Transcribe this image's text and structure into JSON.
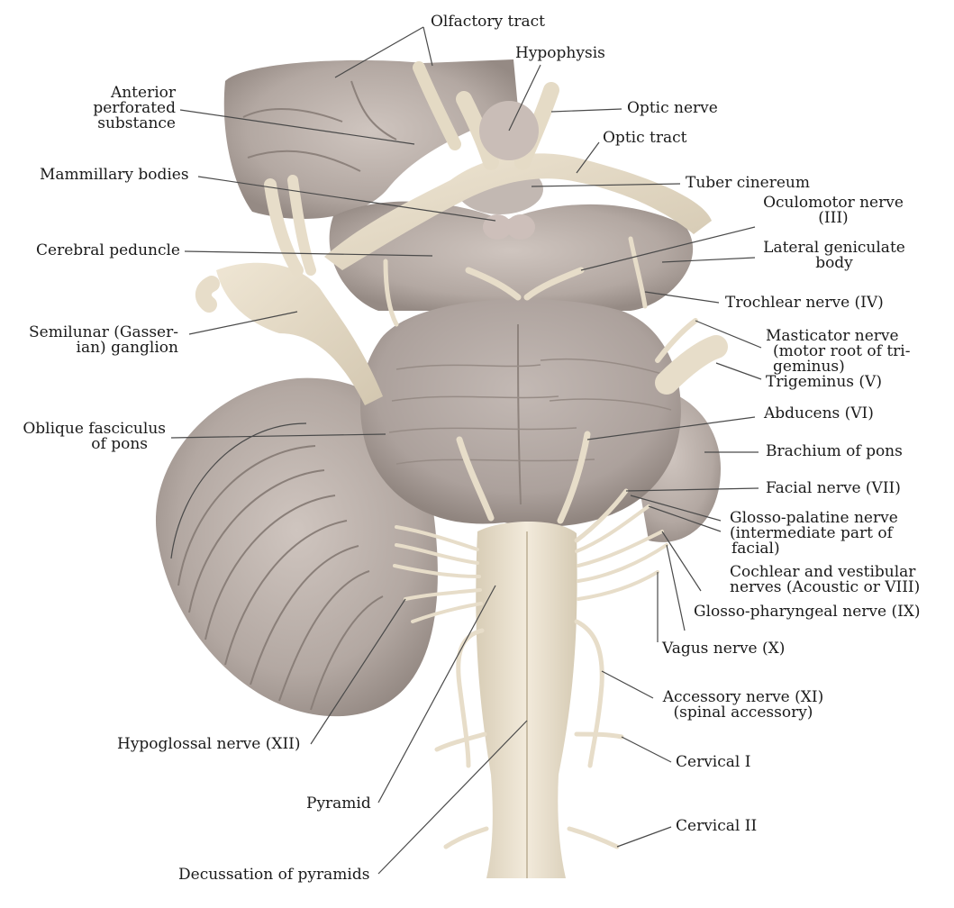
{
  "labels": {
    "olfactory_tract": "Olfactory tract",
    "hypophysis": "Hypophysis",
    "anterior_perforated_substance": [
      "Anterior",
      "perforated",
      "substance"
    ],
    "optic_nerve": "Optic nerve",
    "optic_tract": "Optic tract",
    "mammillary_bodies": "Mammillary bodies",
    "tuber_cinereum": "Tuber cinereum",
    "oculomotor_nerve": [
      "Oculomotor nerve",
      "(III)"
    ],
    "cerebral_peduncle": "Cerebral peduncle",
    "lateral_geniculate_body": [
      "Lateral geniculate",
      "body"
    ],
    "trochlear_nerve": "Trochlear nerve (IV)",
    "semilunar_ganglion": [
      "Semilunar (Gasser-",
      "ian) ganglion"
    ],
    "masticator_nerve": [
      "Masticator nerve",
      "(motor root of tri-",
      "geminus)"
    ],
    "trigeminus": "Trigeminus (V)",
    "oblique_fasciculus": [
      "Oblique fasciculus",
      "of pons"
    ],
    "abducens": "Abducens (VI)",
    "brachium_of_pons": "Brachium of pons",
    "facial_nerve": "Facial nerve (VII)",
    "glosso_palatine_nerve": [
      "Glosso-palatine nerve",
      "(intermediate part of",
      "facial)"
    ],
    "cochlear_vestibular_nerves": [
      "Cochlear and vestibular",
      "nerves (Acoustic or VIII)"
    ],
    "glosso_pharyngeal_nerve": "Glosso-pharyngeal nerve (IX)",
    "vagus_nerve": "Vagus nerve (X)",
    "accessory_nerve": [
      "Accessory nerve (XI)",
      "(spinal accessory)"
    ],
    "hypoglossal_nerve": "Hypoglossal nerve (XII)",
    "cervical_i": "Cervical I",
    "pyramid": "Pyramid",
    "cervical_ii": "Cervical II",
    "decussation_of_pyramids": "Decussation of pyramids"
  },
  "colors": {
    "tissue": "#b7aca6",
    "tissue_dark": "#8f847e",
    "tissue_light": "#d4cbc5",
    "nerve": "#e7ddc9",
    "cord": "#ece3cf",
    "leader": "#4a4a4a",
    "text": "#1a1a1a",
    "background": "#ffffff"
  }
}
